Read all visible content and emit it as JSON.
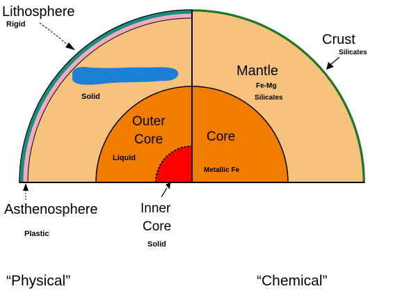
{
  "diagram": {
    "labels": {
      "lithosphere": "Lithosphere",
      "rigid": "Rigid",
      "crust": "Crust",
      "silicates": "Silicates",
      "mantle": "Mantle",
      "fe_mg": "Fe-Mg",
      "silicates_mantle": "Silicates",
      "solid_mantle": "Solid",
      "outer_core_1": "Outer",
      "outer_core_2": "Core",
      "liquid": "Liquid",
      "core": "Core",
      "metallic_fe": "Metallic Fe",
      "asthenosphere": "Asthenosphere",
      "plastic": "Plastic",
      "inner_core_1": "Inner",
      "inner_core_2": "Core",
      "inner_solid": "Solid",
      "physical": "“Physical”",
      "chemical": "“Chemical”"
    },
    "colors": {
      "mantle": "#f6c27e",
      "outer_core": "#f07d00",
      "inner_core": "#ff0000",
      "lithosphere_band": "#1a8c86",
      "asthenosphere_band": "#f5a7c9",
      "crust_line": "#1e7a1e",
      "blue_blob": "#1c7fd6",
      "outline": "#000000"
    }
  }
}
